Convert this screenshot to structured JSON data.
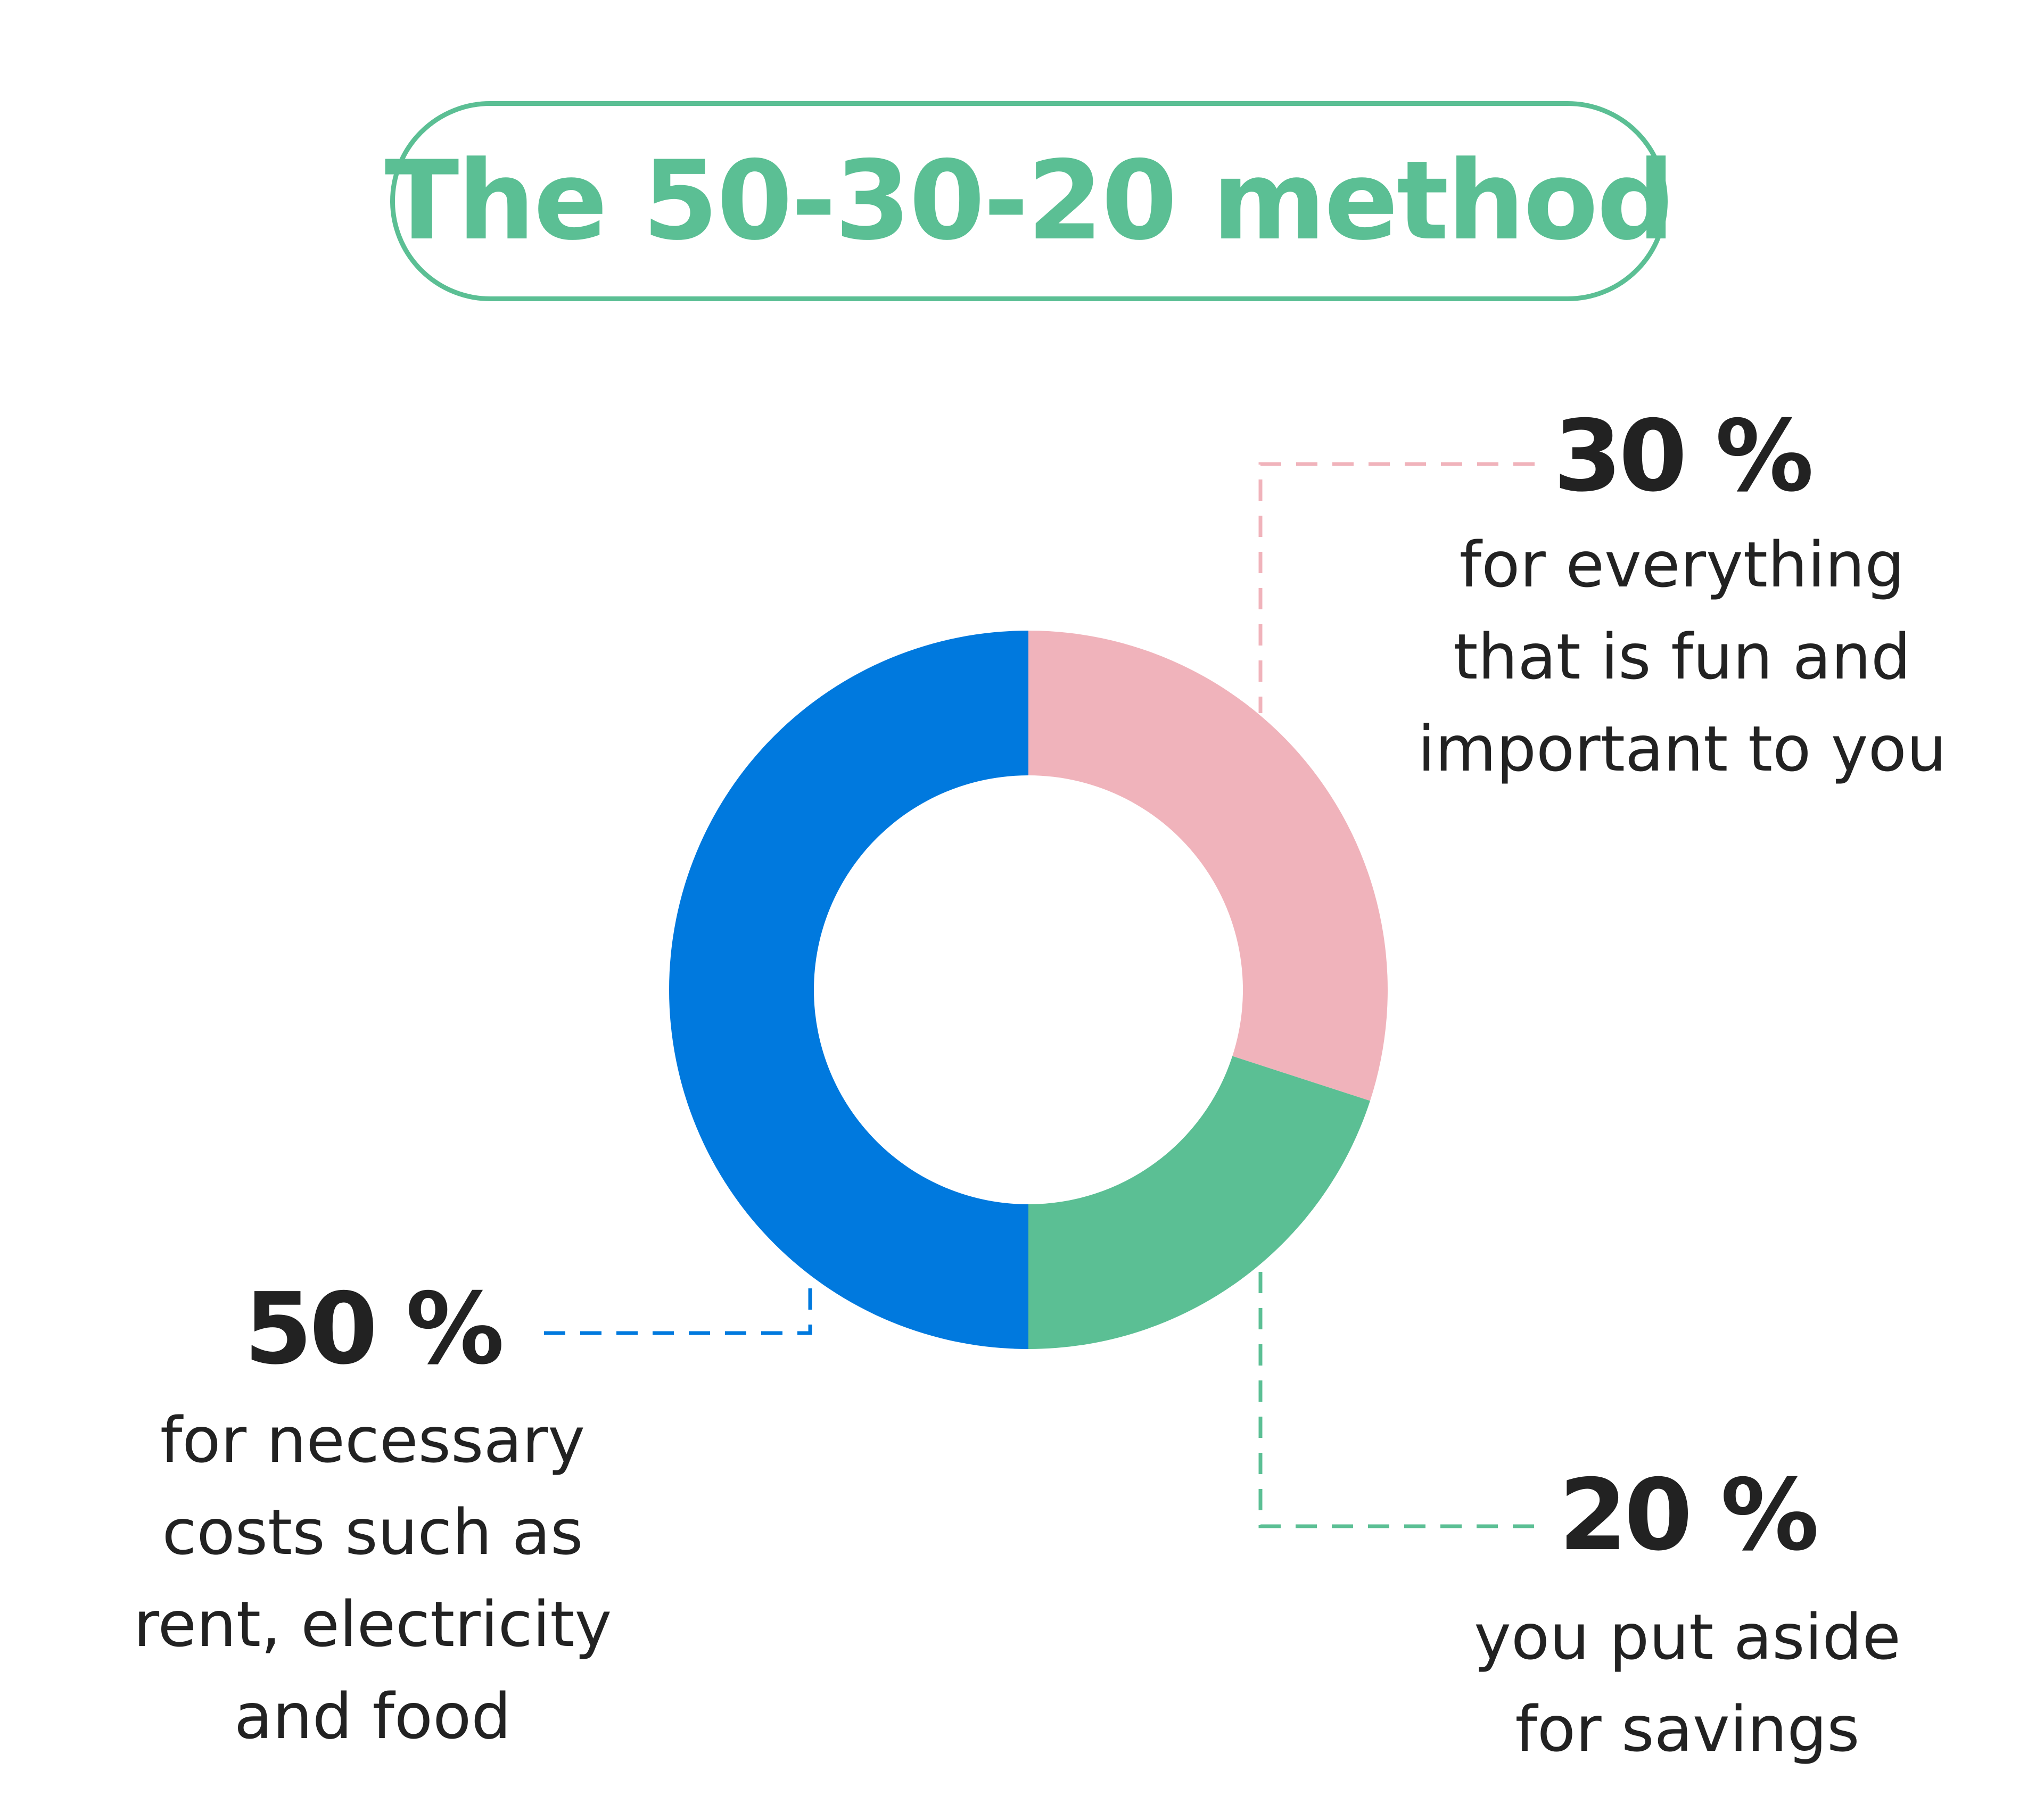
{
  "chart_data": {
    "type": "pie",
    "title": "The 50-30-20 method",
    "categories": [
      "for everything that is fun and important to you",
      "you put aside for savings",
      "for necessary costs such as rent, electricity and food"
    ],
    "values": [
      30,
      20,
      50
    ],
    "percent_labels": [
      "30 %",
      "20 %",
      "50 %"
    ],
    "description_lines": [
      [
        "for everything",
        "that is fun and",
        "important to you"
      ],
      [
        "you put aside",
        "for savings"
      ],
      [
        "for necessary",
        "costs such as",
        "rent, electricity",
        "and food"
      ]
    ],
    "colors": [
      "#f0b3bb",
      "#5bbf94",
      "#0079de"
    ],
    "donut": true,
    "legend": "callouts"
  },
  "colors": {
    "accent": "#5bbf94",
    "text": "#222222",
    "background": "#ffffff"
  }
}
